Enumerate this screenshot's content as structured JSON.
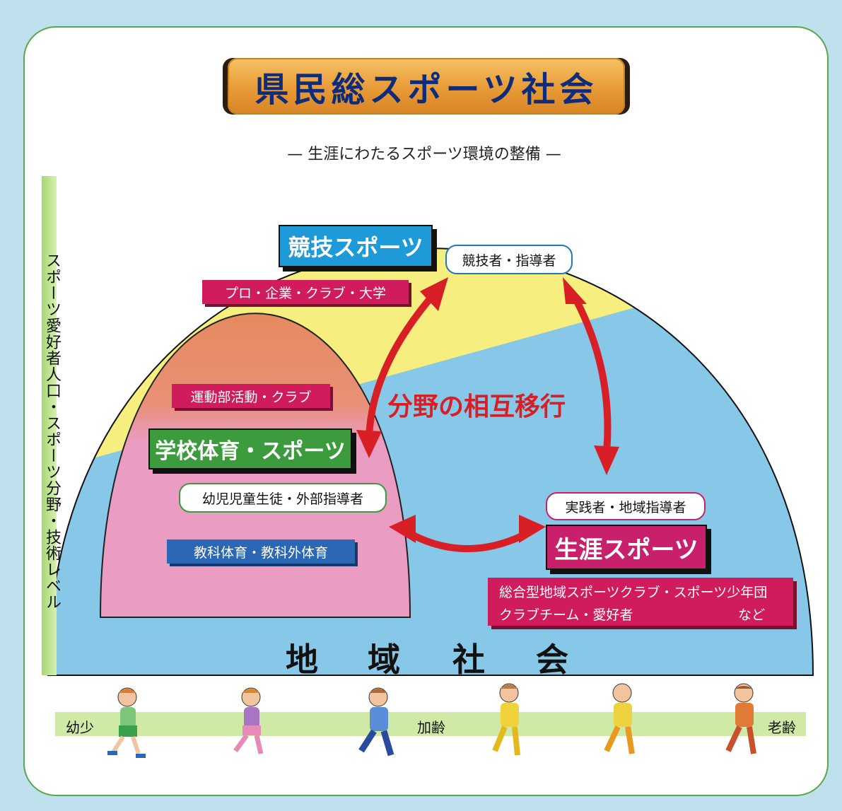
{
  "title": "県民総スポーツ社会",
  "subtitle": "— 生涯にわたるスポーツ環境の整備 —",
  "vertical_label": "スポーツ愛好者人口・スポーツ分野・技術レベル",
  "competitive": {
    "title": "競技スポーツ",
    "people": "競技者・指導者",
    "orgs": "プロ・企業・クラブ・大学"
  },
  "school": {
    "title": "学校体育・スポーツ",
    "club": "運動部活動・クラブ",
    "people": "幼児児童生徒・外部指導者",
    "subjects": "教科体育・教科外体育"
  },
  "lifelong": {
    "title": "生涯スポーツ",
    "people": "実践者・地域指導者",
    "orgs_line1": "総合型地域スポーツクラブ・スポーツ少年団",
    "orgs_line2": "クラブチーム・愛好者",
    "orgs_etc": "など"
  },
  "transfer": "分野の相互移行",
  "community": [
    "地",
    "域",
    "社",
    "会"
  ],
  "age_axis": {
    "start": "幼少",
    "middle": "加齢",
    "end": "老齢"
  },
  "colors": {
    "sky": "#87c7e8",
    "competitive_zone": "#f6ee7e",
    "school_top": "#e8946a",
    "school_body": "#ea9cc2",
    "competitive_box": "#1f9ad8",
    "school_box": "#3c9b3c",
    "lifelong_box": "#c9206c",
    "arrow": "#d81f26"
  }
}
